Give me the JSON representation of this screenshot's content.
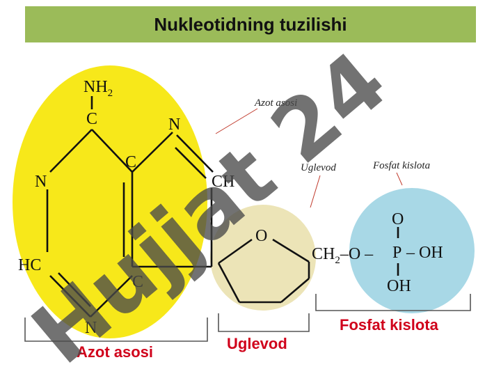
{
  "title": "Nukleotidning  tuzilishi",
  "watermark": "Hujjat 24",
  "callouts": {
    "azot": "Azot asosi",
    "uglevod": "Uglevod",
    "fosfat": "Fosfat kislota"
  },
  "part_labels": {
    "azot": "Azot asosi",
    "uglevod": "Uglevod",
    "fosfat": "Fosfat kislota"
  },
  "atoms": {
    "nh": "NH",
    "nh_sub": "2",
    "c_top": "C",
    "n_left": "N",
    "c_mid_top": "C",
    "n_right": "N",
    "ch": "CH",
    "hc": "HC",
    "c_mid_bottom": "C",
    "n_bottom": "N",
    "o_ring": "O",
    "ch2_o": "CH",
    "ch2_sub": "2",
    "o_link": "–O –",
    "p": "P",
    "p_oh": "– OH",
    "o_top": "O",
    "oh_bottom": "OH"
  },
  "colors": {
    "title_bar": "#9bbb59",
    "azot_circle": "#f7e81a",
    "uglevod_circle": "#ece4b7",
    "fosfat_circle": "#a8d8e6",
    "label_red": "#d0021b",
    "watermark_dark": "#4a4a4a",
    "watermark_violet": "#b68fe3"
  }
}
